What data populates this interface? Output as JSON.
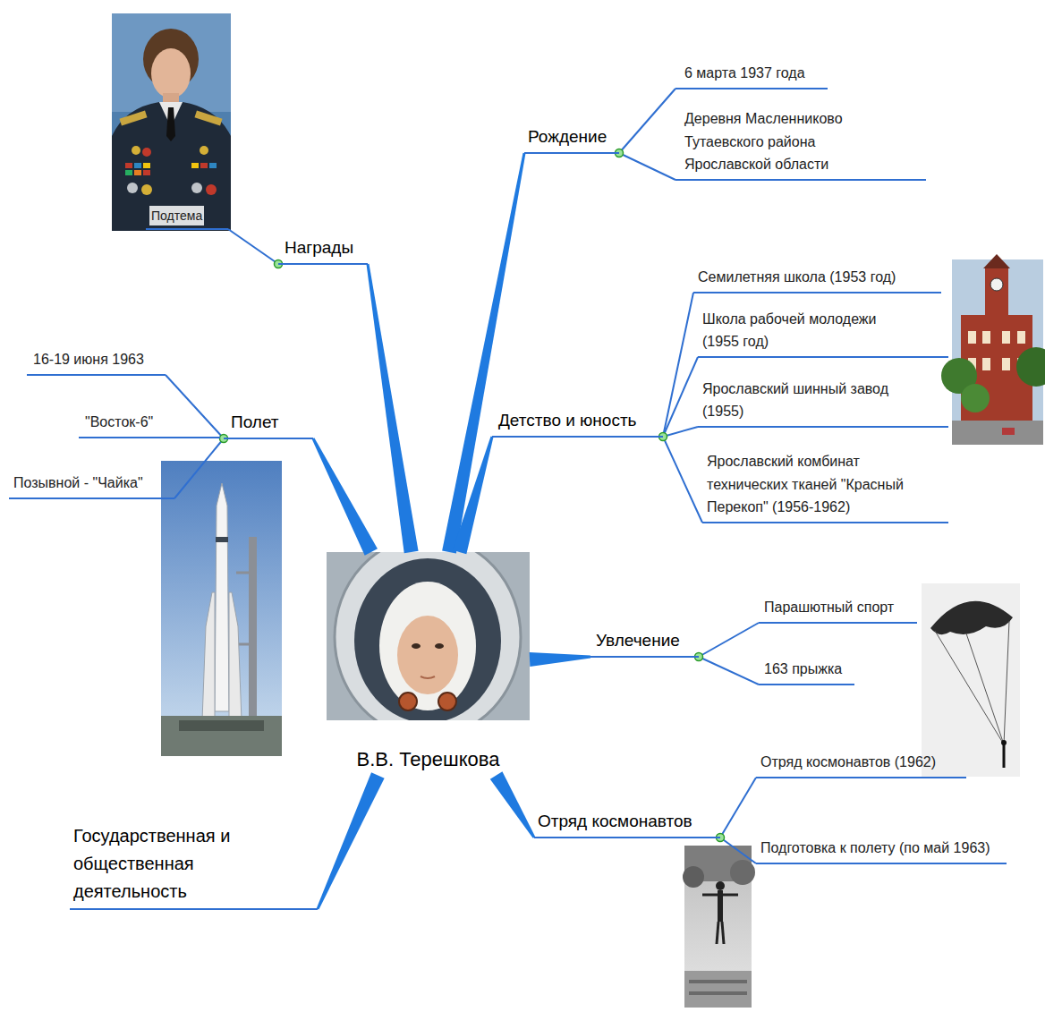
{
  "diagram": {
    "nodes": [
      {
        "text": [
          "В.В. Терешкова"
        ]
      },
      {
        "text": [
          "Рождение"
        ]
      },
      {
        "text": [
          "6 марта 1937 года"
        ]
      },
      {
        "text": [
          "Деревня Масленниково Тутаевского района Ярославской области"
        ]
      },
      {
        "text": [
          "Детство и юность"
        ]
      },
      {
        "text": [
          "Семилетняя школа (1953 год)"
        ]
      },
      {
        "text": [
          "Школа рабочей молодежи (1955 год)"
        ]
      },
      {
        "text": [
          "Ярославский шинный завод (1955)"
        ]
      },
      {
        "text": [
          "Ярославский комбинат технических тканей \"Красный Перекоп\" (1956-1962)"
        ]
      },
      {
        "text": [
          "Увлечение"
        ]
      },
      {
        "text": [
          "Парашютный спорт"
        ]
      },
      {
        "text": [
          "163 прыжка"
        ]
      },
      {
        "text": [
          "Отряд космонавтов"
        ]
      },
      {
        "text": [
          "Отряд космонавтов (1962)"
        ]
      },
      {
        "text": [
          "Подготовка к полету (по май 1963)"
        ]
      },
      {
        "text": [
          "Государственная и общественная деятельность"
        ]
      },
      {
        "text": [
          "Полет"
        ]
      },
      {
        "text": [
          "16-19 июня 1963"
        ]
      },
      {
        "text": [
          "\"Восток-6\""
        ]
      },
      {
        "text": [
          "Позывной - \"Чайка\""
        ]
      },
      {
        "text": [
          "Награды"
        ]
      },
      {
        "text": [
          "Подтема"
        ]
      }
    ],
    "edges": [
      {
        "from": 0,
        "to": 1,
        "arrow": "none"
      },
      {
        "from": 1,
        "to": 2,
        "arrow": "none"
      },
      {
        "from": 1,
        "to": 3,
        "arrow": "none"
      },
      {
        "from": 0,
        "to": 4,
        "arrow": "none"
      },
      {
        "from": 4,
        "to": 5,
        "arrow": "none"
      },
      {
        "from": 4,
        "to": 6,
        "arrow": "none"
      },
      {
        "from": 4,
        "to": 7,
        "arrow": "none"
      },
      {
        "from": 4,
        "to": 8,
        "arrow": "none"
      },
      {
        "from": 0,
        "to": 9,
        "arrow": "none"
      },
      {
        "from": 9,
        "to": 10,
        "arrow": "none"
      },
      {
        "from": 9,
        "to": 11,
        "arrow": "none"
      },
      {
        "from": 0,
        "to": 12,
        "arrow": "none"
      },
      {
        "from": 12,
        "to": 13,
        "arrow": "none"
      },
      {
        "from": 12,
        "to": 14,
        "arrow": "none"
      },
      {
        "from": 0,
        "to": 15,
        "arrow": "none"
      },
      {
        "from": 0,
        "to": 16,
        "arrow": "none"
      },
      {
        "from": 16,
        "to": 17,
        "arrow": "none"
      },
      {
        "from": 16,
        "to": 18,
        "arrow": "none"
      },
      {
        "from": 16,
        "to": 19,
        "arrow": "none"
      },
      {
        "from": 0,
        "to": 20,
        "arrow": "none"
      },
      {
        "from": 20,
        "to": 21,
        "arrow": "none"
      }
    ]
  }
}
